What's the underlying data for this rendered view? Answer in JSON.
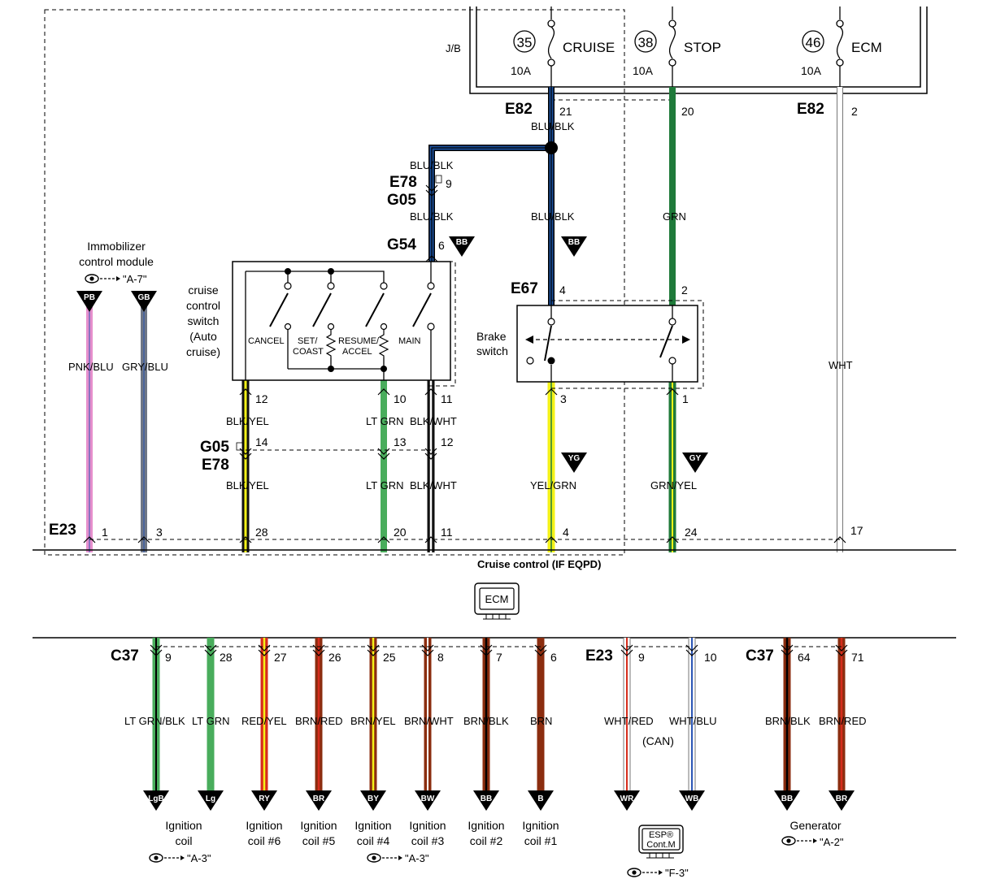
{
  "title": "Cruise control (IF EQPD)",
  "colors": {
    "BLU/BLK": "#1a4f9c",
    "GRN": "#1f7a3a",
    "WHT": "#ffffff",
    "PNK/BLU": "#e58fcc",
    "GRY/BLU": "#6e7685",
    "BLK": "#111111",
    "YEL": "#f3f218",
    "LTGRN": "#49ad5c",
    "BRN": "#8b2d0f",
    "RED": "#d62c1c"
  },
  "jb": {
    "label": "J/B",
    "fuses": [
      {
        "num": "35",
        "name": "CRUISE",
        "amp": "10A"
      },
      {
        "num": "38",
        "name": "STOP",
        "amp": "10A"
      },
      {
        "num": "46",
        "name": "ECM",
        "amp": "10A"
      }
    ]
  },
  "connectors": {
    "e82_left": "E82",
    "e82_right": "E82",
    "e78_top": "E78",
    "g05_top": "G05",
    "g54": "G54",
    "e67": "E67",
    "g05_bottom": "G05",
    "e78_bottom": "E78",
    "e23_top": "E23",
    "c37_left": "C37",
    "e23_bottom": "E23",
    "c37_right": "C37"
  },
  "pins": {
    "e82_cruise": "21",
    "e82_stop": "20",
    "e82_ecm": "2",
    "e78_9": "9",
    "g54_6": "6",
    "e67_4": "4",
    "e67_2": "2",
    "sw_12": "12",
    "sw_10": "10",
    "sw_11": "11",
    "brk_3": "3",
    "brk_1": "1",
    "g05_14": "14",
    "g05_13": "13",
    "g05_12": "12",
    "e23_1": "1",
    "e23_3": "3",
    "e23_28": "28",
    "e23_20": "20",
    "e23_11": "11",
    "e23_4": "4",
    "e23_24": "24",
    "e23_17": "17",
    "c37_9": "9",
    "c37_28": "28",
    "c37_27": "27",
    "c37_26": "26",
    "c37_25": "25",
    "c37_8": "8",
    "c37_7": "7",
    "c37_6": "6",
    "e23b_9": "9",
    "e23b_10": "10",
    "c37_64": "64",
    "c37_71": "71"
  },
  "wire_labels": {
    "blu_blk_main": "BLU/BLK",
    "blu_blk_e78": "BLU/BLK",
    "blu_blk_g05": "BLU/BLK",
    "blu_blk_brake": "BLU/BLK",
    "grn": "GRN",
    "wht": "WHT",
    "pnk_blu": "PNK/BLU",
    "gry_blu": "GRY/BLU",
    "blk_yel_1": "BLK/YEL",
    "lt_grn_1": "LT GRN",
    "blk_wht_1": "BLK/WHT",
    "blk_yel_2": "BLK/YEL",
    "lt_grn_2": "LT GRN",
    "blk_wht_2": "BLK/WHT",
    "yel_grn": "YEL/GRN",
    "grn_yel": "GRN/YEL",
    "lt_grn_blk": "LT GRN/BLK",
    "lt_grn_b": "LT GRN",
    "red_yel": "RED/YEL",
    "brn_red_1": "BRN/RED",
    "brn_yel": "BRN/YEL",
    "brn_wht": "BRN/WHT",
    "brn_blk_1": "BRN/BLK",
    "brn": "BRN",
    "wht_red": "WHT/RED",
    "wht_blu": "WHT/BLU",
    "can": "(CAN)",
    "brn_blk_2": "BRN/BLK",
    "brn_red_2": "BRN/RED"
  },
  "markers": {
    "bb_g54": "BB",
    "bb_brake": "BB",
    "pb": "PB",
    "gb": "GB",
    "yg": "YG",
    "gy": "GY",
    "lgb": "LgB",
    "lg": "Lg",
    "ry": "RY",
    "br_1": "BR",
    "by": "BY",
    "bw": "BW",
    "bb_c37": "BB",
    "b": "B",
    "wr": "WR",
    "wb": "WB",
    "bb_gen": "BB",
    "br_gen": "BR"
  },
  "components": {
    "immobilizer_line1": "Immobilizer",
    "immobilizer_line2": "control module",
    "immobilizer_ref": "\"A-7\"",
    "cc_line1": "cruise",
    "cc_line2": "control",
    "cc_line3": "switch",
    "cc_line4": "(Auto",
    "cc_line5": "cruise)",
    "sw_cancel": "CANCEL",
    "sw_set1": "SET/",
    "sw_set2": "COAST",
    "sw_resume1": "RESUME/",
    "sw_resume2": "ACCEL",
    "sw_main": "MAIN",
    "brake_line1": "Brake",
    "brake_line2": "switch",
    "ecm_box": "ECM",
    "esp_line1": "ESP®",
    "esp_line2": "Cont.M",
    "esp_ref": "\"F-3\"",
    "ign_coil_1": "Ignition",
    "ign_coil_2": "coil",
    "ign_coil_ref": "\"A-3\"",
    "coil6_1": "Ignition",
    "coil6_2": "coil #6",
    "coil5_1": "Ignition",
    "coil5_2": "coil #5",
    "coil4_1": "Ignition",
    "coil4_2": "coil #4",
    "coil4_ref": "\"A-3\"",
    "coil3_1": "Ignition",
    "coil3_2": "coil #3",
    "coil2_1": "Ignition",
    "coil2_2": "coil #2",
    "coil1_1": "Ignition",
    "coil1_2": "coil #1",
    "generator": "Generator",
    "generator_ref": "\"A-2\""
  },
  "icons": [
    "fuse-icon",
    "eye-reference-icon",
    "down-arrow-marker-icon",
    "connector-chevron-icon",
    "ecm-icon",
    "esp-module-icon",
    "resistor-icon",
    "switch-contact-icon"
  ]
}
